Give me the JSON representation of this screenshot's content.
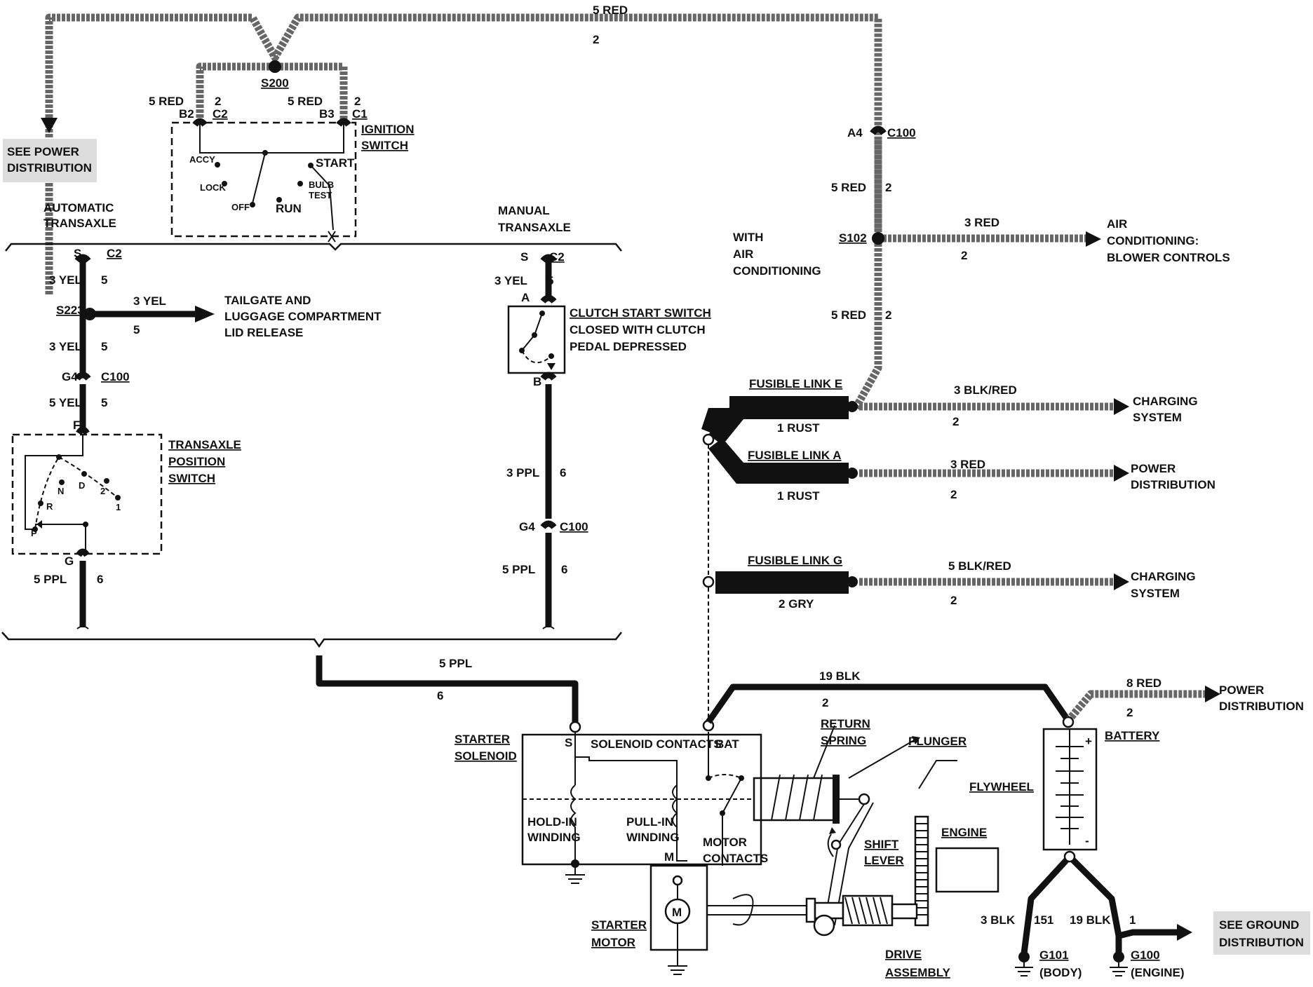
{
  "labels": {
    "top_wire": "5 RED",
    "top_wire_num": "2",
    "see_power_1": "SEE POWER",
    "see_power_2": "DISTRIBUTION",
    "s200": "S200",
    "b2": "B2",
    "c2_ign": "C2",
    "b2_wire": "5 RED",
    "b2_num": "2",
    "b3": "B3",
    "c1_ign": "C1",
    "b3_wire": "5 RED",
    "b3_num": "2",
    "ign_sw_1": "IGNITION",
    "ign_sw_2": "SWITCH",
    "accy": "ACCY",
    "lock": "LOCK",
    "off": "OFF",
    "run": "RUN",
    "start": "START",
    "bulb_1": "BULB",
    "bulb_2": "TEST",
    "auto_1": "AUTOMATIC",
    "auto_2": "TRANSAXLE",
    "manual_1": "MANUAL",
    "manual_2": "TRANSAXLE",
    "a4": "A4",
    "c100_top": "C100",
    "r_5red_1": "5 RED",
    "r_num_1": "2",
    "with_ac_1": "WITH",
    "with_ac_2": "AIR",
    "with_ac_3": "CONDITIONING",
    "s102": "S102",
    "ac_wire": "3 RED",
    "ac_num": "2",
    "ac_dest_1": "AIR",
    "ac_dest_2": "CONDITIONING:",
    "ac_dest_3": "BLOWER CONTROLS",
    "r_5red_2": "5 RED",
    "r_num_2": "2",
    "s_auto": "S",
    "c2_auto": "C2",
    "yel1": "3 YEL",
    "yel1_n": "5",
    "s223": "S223",
    "tail_wire": "3 YEL",
    "tail_num": "5",
    "tail_1": "TAILGATE AND",
    "tail_2": "LUGGAGE COMPARTMENT",
    "tail_3": "LID RELEASE",
    "yel2": "3 YEL",
    "yel2_n": "5",
    "g4_auto": "G4",
    "c100_auto": "C100",
    "yel3": "5 YEL",
    "yel3_n": "5",
    "f_pin": "F",
    "tps_1": "TRANSAXLE",
    "tps_2": "POSITION",
    "tps_3": "SWITCH",
    "p_n": "N",
    "p_d": "D",
    "p_2": "2",
    "p_1": "1",
    "p_r": "R",
    "p_p": "P",
    "g_pin": "G",
    "ppl_auto": "5 PPL",
    "ppl_auto_n": "6",
    "s_man": "S",
    "c2_man": "C2",
    "yel_man": "3 YEL",
    "yel_man_n": "5",
    "a_pin": "A",
    "css_1": "CLUTCH START SWITCH",
    "css_2": "CLOSED WITH CLUTCH",
    "css_3": "PEDAL DEPRESSED",
    "b_pin": "B",
    "ppl_man1": "3 PPL",
    "ppl_man1_n": "6",
    "g4_man": "G4",
    "c100_man": "C100",
    "ppl_man2": "5 PPL",
    "ppl_man2_n": "6",
    "fl_e": "FUSIBLE LINK E",
    "fl_e_wire": "1 RUST",
    "fl_e_out": "3 BLK/RED",
    "fl_e_num": "2",
    "fl_e_dest_1": "CHARGING",
    "fl_e_dest_2": "SYSTEM",
    "fl_a": "FUSIBLE LINK A",
    "fl_a_wire": "1 RUST",
    "fl_a_out": "3 RED",
    "fl_a_num": "2",
    "fl_a_dest_1": "POWER",
    "fl_a_dest_2": "DISTRIBUTION",
    "fl_g": "FUSIBLE LINK G",
    "fl_g_wire": "2 GRY",
    "fl_g_out": "5 BLK/RED",
    "fl_g_num": "2",
    "fl_g_dest_1": "CHARGING",
    "fl_g_dest_2": "SYSTEM",
    "ppl_bot": "5 PPL",
    "ppl_bot_n": "6",
    "blk19_top": "19 BLK",
    "red8": "8 RED",
    "red8_n": "2",
    "pd_1": "POWER",
    "pd_2": "DISTRIBUTION",
    "battery": "BATTERY",
    "sol_1": "STARTER",
    "sol_2": "SOLENOID",
    "sol_s": "S",
    "sol_contacts": "SOLENOID CONTACTS",
    "bat": "BAT",
    "return_n": "2",
    "return_1": "RETURN",
    "return_2": "SPRING",
    "plunger": "PLUNGER",
    "flywheel": "FLYWHEEL",
    "engine": "ENGINE",
    "hold_1": "HOLD-IN",
    "hold_2": "WINDING",
    "pull_1": "PULL-IN",
    "pull_2": "WINDING",
    "motor_c1": "MOTOR",
    "motor_c2": "CONTACTS",
    "m_pin": "M",
    "shift_1": "SHIFT",
    "shift_2": "LEVER",
    "motor_1": "STARTER",
    "motor_2": "MOTOR",
    "m_icon": "M",
    "drive_1": "DRIVE",
    "drive_2": "ASSEMBLY",
    "blk3": "3 BLK",
    "blk3_n": "151",
    "blk19": "19 BLK",
    "blk19_n": "1",
    "g101": "G101",
    "g101_sub": "(BODY)",
    "g100": "G100",
    "g100_sub": "(ENGINE)",
    "see_gnd_1": "SEE GROUND",
    "see_gnd_2": "DISTRIBUTION",
    "plus": "+",
    "minus": "-"
  }
}
